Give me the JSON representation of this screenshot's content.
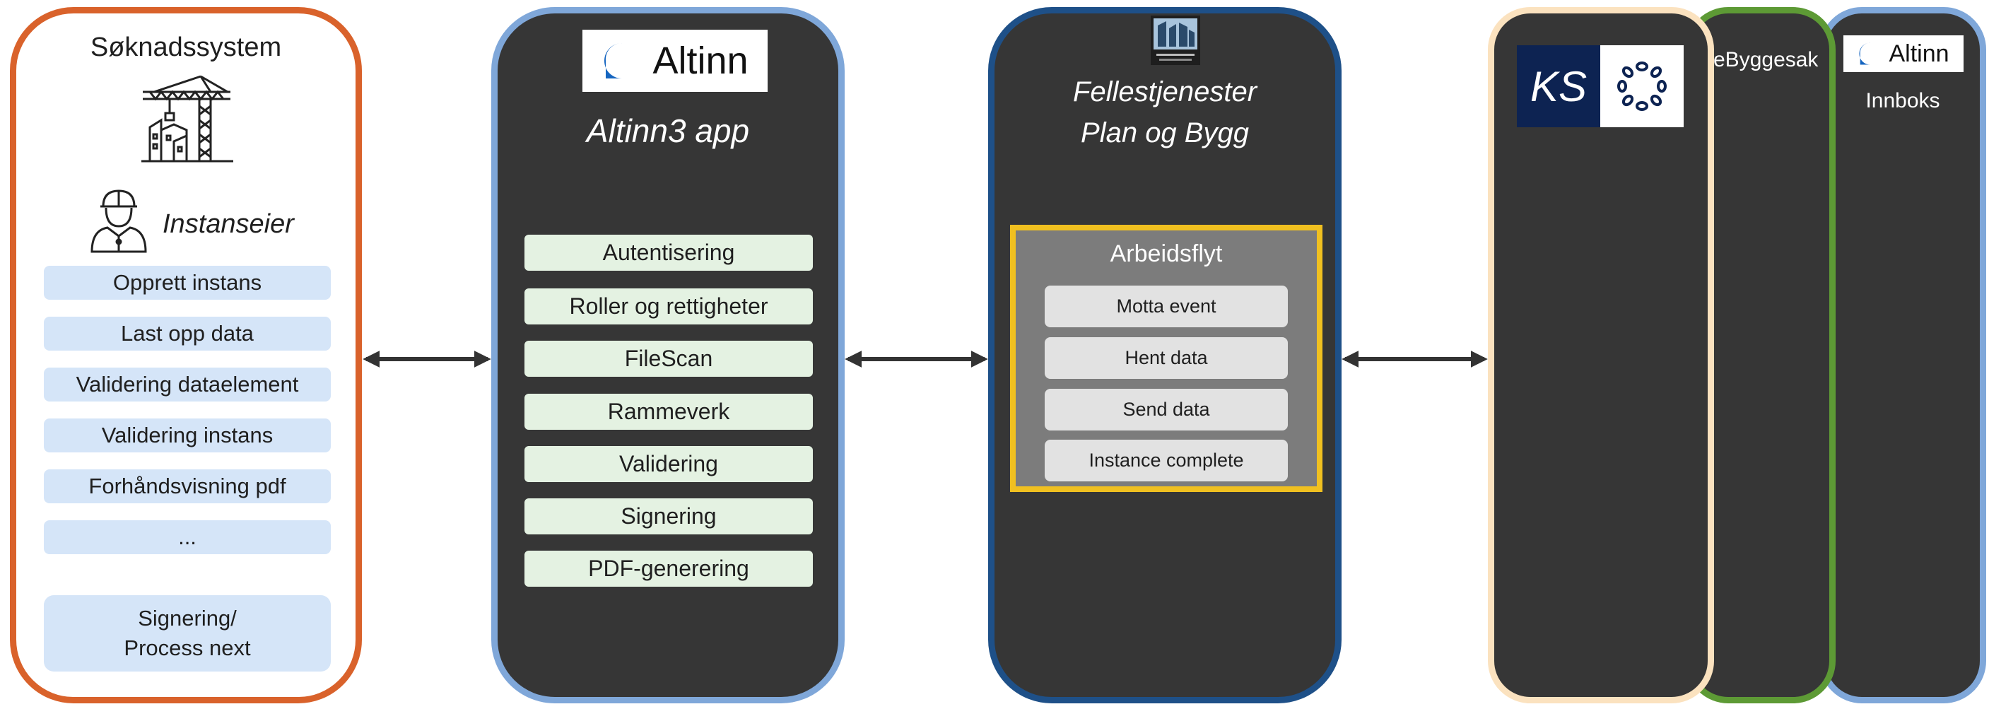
{
  "panel1": {
    "title": "Søknadssystem",
    "role": "Instanseier",
    "items": [
      "Opprett instans",
      "Last opp data",
      "Validering dataelement",
      "Validering instans",
      "Forhåndsvisning pdf",
      "..."
    ],
    "final_item_line1": "Signering/",
    "final_item_line2": "Process next"
  },
  "panel2": {
    "logo_text": "Altinn",
    "subtitle": "Altinn3 app",
    "items": [
      "Autentisering",
      "Roller og rettigheter",
      "FileScan",
      "Rammeverk",
      "Validering",
      "Signering",
      "PDF-generering"
    ]
  },
  "panel3": {
    "title_line1": "Fellestjenester",
    "title_line2": "Plan og Bygg",
    "workflow_title": "Arbeidsflyt",
    "workflow_items": [
      "Motta event",
      "Hent data",
      "Send data",
      "Instance complete"
    ]
  },
  "panel4": {
    "logo_text": "KS"
  },
  "panel5": {
    "label": "eByggesak"
  },
  "panel6": {
    "logo_text": "Altinn",
    "label": "Innboks"
  },
  "colors": {
    "orange_border": "#d9622b",
    "light_blue_border": "#7fa7d9",
    "dark_blue_border": "#1e5088",
    "green_border": "#5d9a35",
    "cream_border": "#fbe2bf",
    "workflow_border": "#f0c020",
    "panel_dark": "#363636",
    "altinn_blue": "#1565c0",
    "ks_navy": "#0d2352"
  },
  "icons": [
    "crane-building-icon",
    "construction-worker-icon",
    "fellestjenester-logo-icon",
    "altinn-logo-icon",
    "ks-logo-icon",
    "chain-ring-logo-icon",
    "double-arrow-icon"
  ]
}
